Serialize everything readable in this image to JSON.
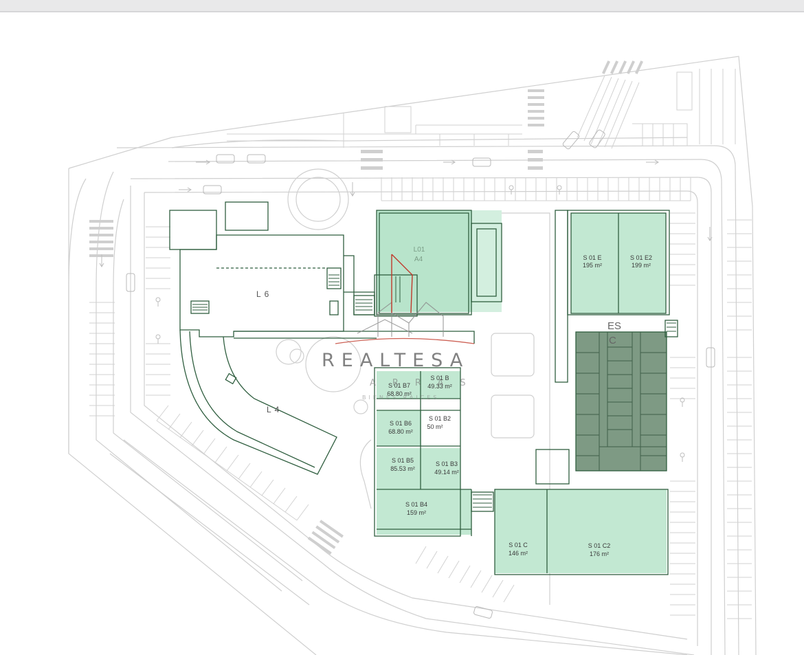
{
  "colors": {
    "road_line": "#c8c8c8",
    "building_line": "#2f5e3f",
    "unit_fill": "#c2e8d2",
    "unit_fill_strong": "#a9dcbf",
    "dark_block": "#7e9a84",
    "watermark_red": "#c0392b"
  },
  "buildings": {
    "l6": "L 6",
    "l4": "L 4",
    "es_line1": "ES",
    "es_line2": "C"
  },
  "units": [
    {
      "id": "L01",
      "code": "L01",
      "area": "A4"
    },
    {
      "id": "E",
      "code": "S 01 E",
      "area": "195 m²"
    },
    {
      "id": "E2",
      "code": "S 01 E2",
      "area": "199 m²"
    },
    {
      "id": "B7",
      "code": "S 01 B7",
      "area": "68.80 m²"
    },
    {
      "id": "B",
      "code": "S 01 B",
      "area": "49.33 m²"
    },
    {
      "id": "B6",
      "code": "S 01 B6",
      "area": "68.80 m²"
    },
    {
      "id": "B2",
      "code": "S 01 B2",
      "area": "50 m²"
    },
    {
      "id": "B5",
      "code": "S 01 B5",
      "area": "85.53 m²"
    },
    {
      "id": "B3",
      "code": "S 01 B3",
      "area": "49.14 m²"
    },
    {
      "id": "B4",
      "code": "S 01 B4",
      "area": "159 m²"
    },
    {
      "id": "C",
      "code": "S 01 C",
      "area": "146 m²"
    },
    {
      "id": "C2",
      "code": "S 01 C2",
      "area": "176 m²"
    }
  ],
  "watermark": {
    "brand": "REALTESA",
    "line2": "ARRAS",
    "line3": "BIENES RAICES"
  },
  "icons": [
    "car-icon",
    "parking-marker-icon",
    "direction-arrow-icon",
    "crosswalk-icon"
  ]
}
